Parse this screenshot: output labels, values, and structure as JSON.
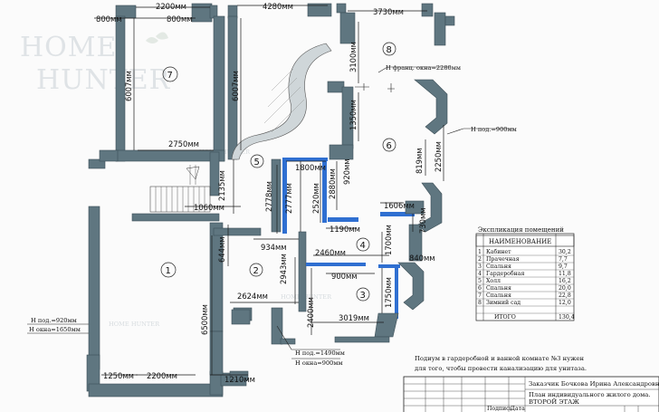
{
  "watermark": {
    "line1": "HOME",
    "line2": "HUNTER",
    "small_mark": "HOME HUNTER"
  },
  "dimensions": {
    "top_800_left": "800мм",
    "top_2200": "2200мм",
    "top_800_b": "800мм",
    "top_4280": "4280мм",
    "top_3730": "3730мм",
    "v_6007_a": "6007мм",
    "v_6007_b": "6007мм",
    "v_3100": "3100мм",
    "v_1350": "1350мм",
    "h_2750": "2750мм",
    "v_819": "819мм",
    "v_2250": "2250мм",
    "h_1800": "1800мм",
    "v_920": "920мм",
    "v_2880": "2880мм",
    "v_2520": "2520мм",
    "v_2777": "2777мм",
    "v_2778": "2778мм",
    "v_2135": "2135мм",
    "h_1060": "1060мм",
    "h_1606": "1606мм",
    "v_730": "730мм",
    "h_1190": "1190мм",
    "h_934": "934мм",
    "v_644": "644мм",
    "v_2943": "2943мм",
    "h_2460": "2460мм",
    "v_1700": "1700мм",
    "h_840": "840мм",
    "h_900": "900мм",
    "v_1750": "1750мм",
    "h_2624": "2624мм",
    "v_2400": "2400мм",
    "h_3019": "3019мм",
    "v_6500": "6500мм",
    "h_1250": "1250мм",
    "h_2200_b": "2200мм",
    "h_1210": "1210мм"
  },
  "annotations": {
    "franc_window": "Н франц. окна=2280мм",
    "h_pod_900": "Н под.=900мм",
    "h_pod_920": "Н под.=920мм",
    "h_okna_1650": "Н окна=1650мм",
    "h_pod_1490": "Н под.=1490мм",
    "h_okna_900": "Н окна=900мм"
  },
  "rooms": [
    "1",
    "2",
    "3",
    "4",
    "5",
    "6",
    "7",
    "8"
  ],
  "explication": {
    "title": "Экспликация помещений",
    "header": "НАИМЕНОВАНИЕ",
    "rows": [
      {
        "n": "1",
        "name": "Кабинет",
        "area": "30,2"
      },
      {
        "n": "2",
        "name": "Прачечная",
        "area": "7,7"
      },
      {
        "n": "3",
        "name": "Спальня",
        "area": "9,7"
      },
      {
        "n": "4",
        "name": "Гардеробная",
        "area": "11,8"
      },
      {
        "n": "5",
        "name": "Холл",
        "area": "16,2"
      },
      {
        "n": "6",
        "name": "Спальня",
        "area": "20,0"
      },
      {
        "n": "7",
        "name": "Спальня",
        "area": "22,8"
      },
      {
        "n": "8",
        "name": "Зимний сад",
        "area": "12,0"
      }
    ],
    "total_label": "ИТОГО",
    "total_area": "130,4"
  },
  "note": {
    "line1": "Подиум в гардеробной и ванной комнате №3 нужен",
    "line2": "для того, чтобы провести канализацию для унитаза."
  },
  "title_block": {
    "customer": "Заказчик Бочкова Ирина Александровна",
    "plan_line1": "План индивидуального жилого дома.",
    "plan_line2": "ВТОРОЙ ЭТАЖ",
    "sign": "Подпись",
    "date": "Дата"
  }
}
